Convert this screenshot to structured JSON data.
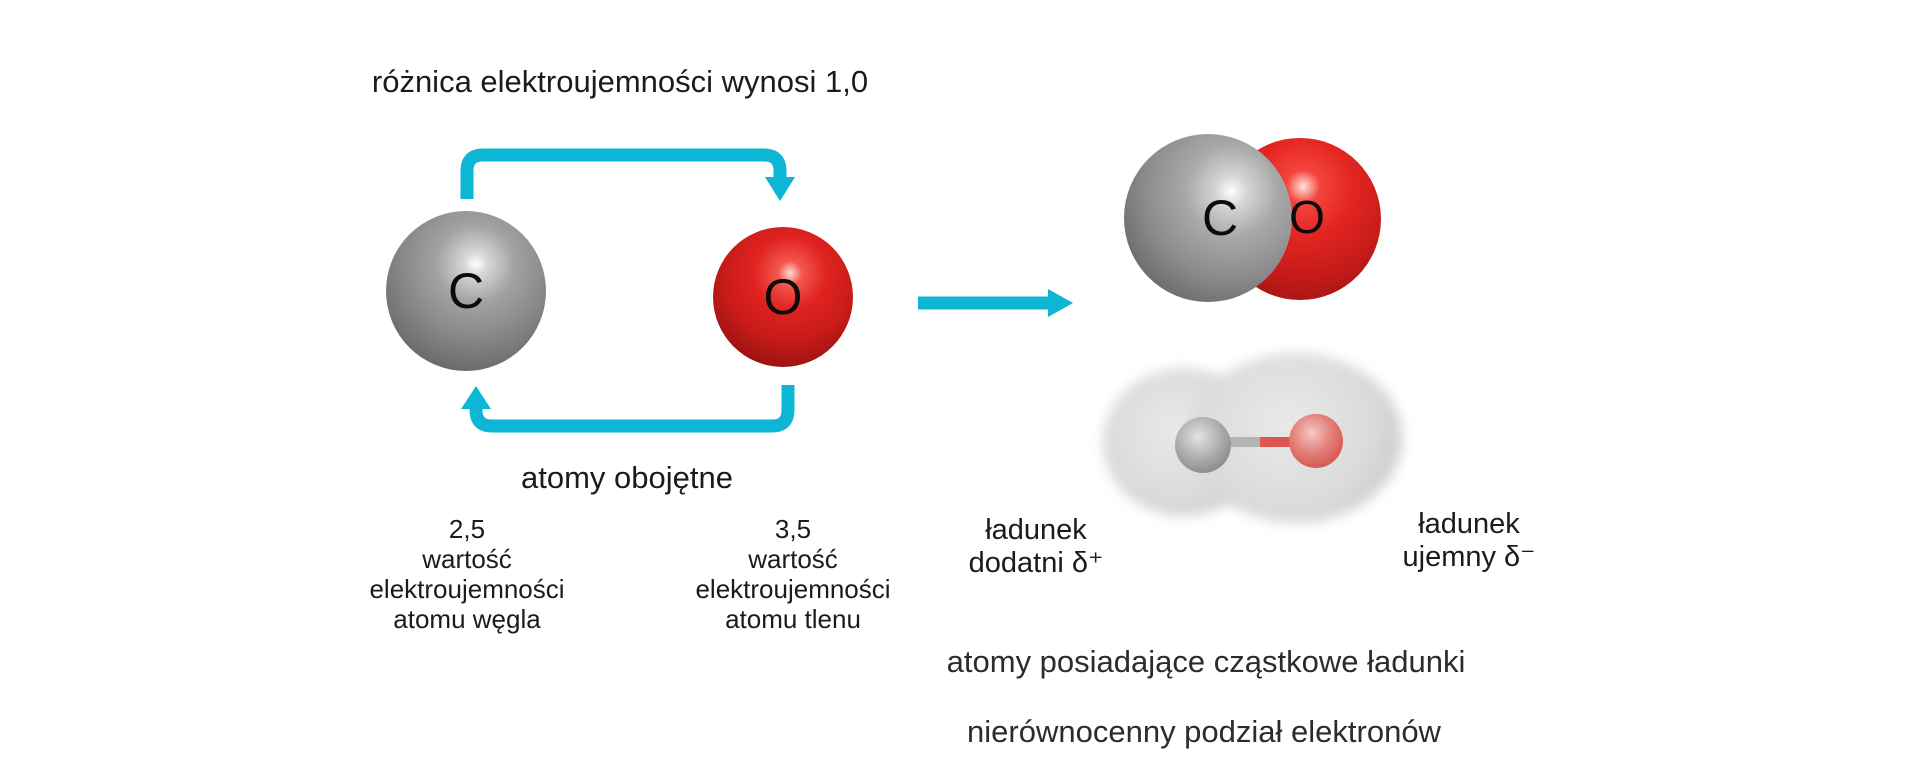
{
  "colors": {
    "arrow": "#0cb6d4",
    "carbon_gray": "#8b8b8b",
    "oxygen_red": "#d81f1c",
    "text": "#1b1b1b"
  },
  "top_section": {
    "title": "różnica elektroujemności wynosi 1,0",
    "neutral_label": "atomy obojętne",
    "carbon": {
      "symbol": "C",
      "electronegativity": "2,5",
      "desc1": "wartość",
      "desc2": "elektroujemności",
      "desc3": "atomu węgla"
    },
    "oxygen": {
      "symbol": "O",
      "electronegativity": "3,5",
      "desc1": "wartość",
      "desc2": "elektroujemności",
      "desc3": "atomu tlenu"
    }
  },
  "result_section": {
    "molecule": {
      "carbon_symbol": "C",
      "oxygen_symbol": "O"
    },
    "positive_charge": {
      "line1": "ładunek",
      "line2": "dodatni δ⁺"
    },
    "negative_charge": {
      "line1": "ładunek",
      "line2": "ujemny δ⁻"
    },
    "caption_partial_charges": "atomy posiadające cząstkowe ładunki",
    "caption_unequal_sharing": "nierównocenny podział elektronów"
  }
}
